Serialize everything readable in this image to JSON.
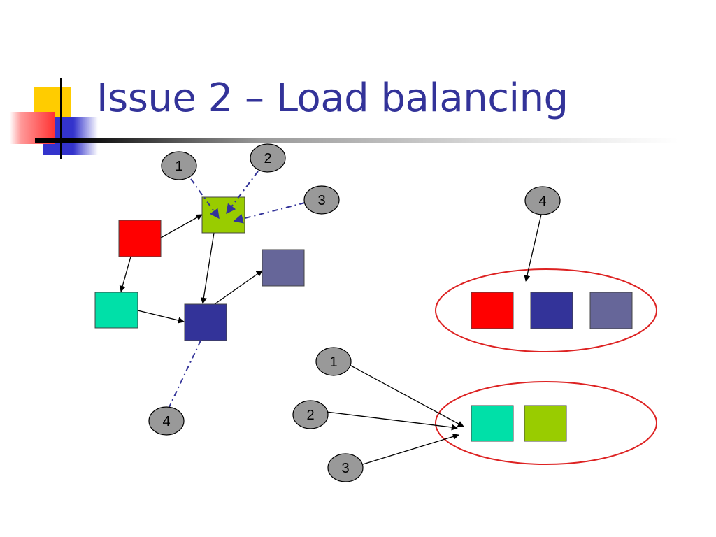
{
  "title": "Issue 2 – Load balancing",
  "colors": {
    "title": "#333399",
    "red": "#ff0000",
    "green": "#99cc00",
    "teal": "#00e0a8",
    "navy": "#333399",
    "slate": "#666699",
    "badge": "#999999",
    "ellipse": "#dd2222",
    "dashed": "#333399"
  },
  "left_graph": {
    "badges": [
      "1",
      "2",
      "3",
      "4"
    ]
  },
  "right_groups": {
    "top_group_badge": "4",
    "bottom_group_badges": [
      "1",
      "2",
      "3"
    ]
  }
}
